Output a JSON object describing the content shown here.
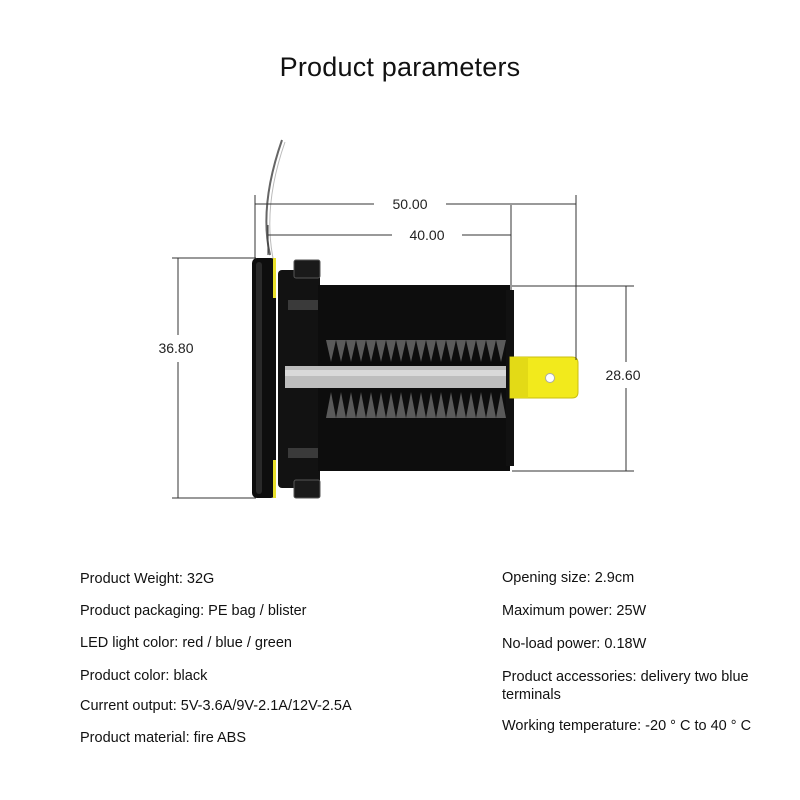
{
  "title": "Product parameters",
  "dimensions": {
    "total_length": "50.00",
    "body_length": "40.00",
    "flange_height": "36.80",
    "body_diameter": "28.60"
  },
  "specs_left": [
    "Product Weight: 32G",
    "Product packaging: PE bag / blister",
    "LED light color: red / blue / green",
    "Product color: black",
    "Current output: 5V-3.6A/9V-2.1A/12V-2.5A",
    "Product material: fire ABS"
  ],
  "specs_right": [
    "Opening size: 2.9cm",
    "Maximum power: 25W",
    "No-load power: 0.18W",
    "Product accessories: delivery two blue terminals",
    "Working temperature: -20 ° C to 40 ° C"
  ],
  "colors": {
    "body": "#111111",
    "highlight": "#bdbdbd",
    "terminal": "#f2ea1c"
  }
}
